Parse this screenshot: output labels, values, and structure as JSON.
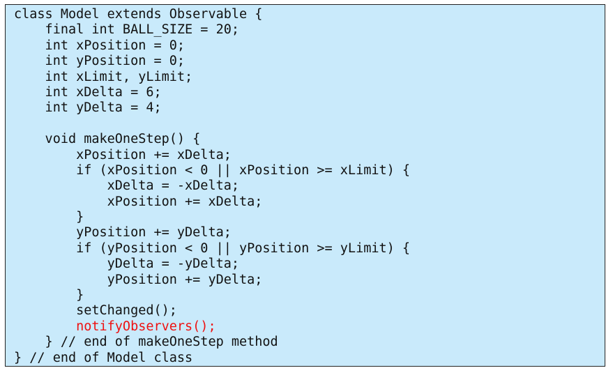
{
  "highlight_color": "#ee1111",
  "code_lines": [
    {
      "text": "class Model extends Observable {",
      "highlight": false
    },
    {
      "text": "    final int BALL_SIZE = 20;",
      "highlight": false
    },
    {
      "text": "    int xPosition = 0;",
      "highlight": false
    },
    {
      "text": "    int yPosition = 0;",
      "highlight": false
    },
    {
      "text": "    int xLimit, yLimit;",
      "highlight": false
    },
    {
      "text": "    int xDelta = 6;",
      "highlight": false
    },
    {
      "text": "    int yDelta = 4;",
      "highlight": false
    },
    {
      "text": "",
      "highlight": false
    },
    {
      "text": "    void makeOneStep() {",
      "highlight": false
    },
    {
      "text": "        xPosition += xDelta;",
      "highlight": false
    },
    {
      "text": "        if (xPosition < 0 || xPosition >= xLimit) {",
      "highlight": false
    },
    {
      "text": "            xDelta = -xDelta;",
      "highlight": false
    },
    {
      "text": "            xPosition += xDelta;",
      "highlight": false
    },
    {
      "text": "        }",
      "highlight": false
    },
    {
      "text": "        yPosition += yDelta;",
      "highlight": false
    },
    {
      "text": "        if (yPosition < 0 || yPosition >= yLimit) {",
      "highlight": false
    },
    {
      "text": "            yDelta = -yDelta;",
      "highlight": false
    },
    {
      "text": "            yPosition += yDelta;",
      "highlight": false
    },
    {
      "text": "        }",
      "highlight": false
    },
    {
      "text": "        setChanged();",
      "highlight": false
    },
    {
      "text": "        notifyObservers();",
      "highlight": true
    },
    {
      "text": "    } // end of makeOneStep method",
      "highlight": false
    },
    {
      "text": "} // end of Model class",
      "highlight": false
    }
  ]
}
